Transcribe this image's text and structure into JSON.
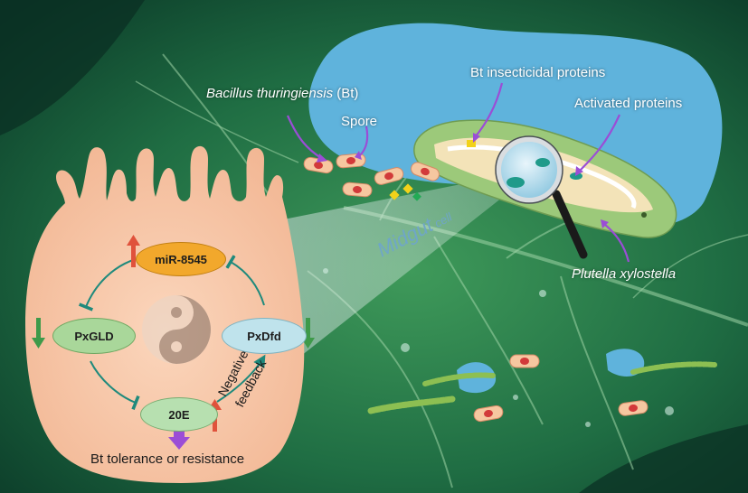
{
  "labels": {
    "bacillus_species": "Bacillus thuringiensis",
    "bacillus_abbrev": " (Bt)",
    "spore": "Spore",
    "bt_proteins": "Bt insecticidal proteins",
    "activated_proteins": "Activated proteins",
    "plutella": "Plutella xylostella",
    "midgut_word": "Midgut",
    "cell_word": " cell"
  },
  "nodes": {
    "mir": "miR-8545",
    "pxgld": "PxGLD",
    "pxdfd": "PxDfd",
    "twenty_e": "20E"
  },
  "feedback": {
    "line1": "Negative",
    "line2": "feedback"
  },
  "outcome": "Bt tolerance or resistance",
  "colors": {
    "mir_node": "#f2a82c",
    "pxgld_node": "#a9d79a",
    "pxdfd_node": "#bfe3ec",
    "twenty_e_node": "#b7e0b0",
    "up_arrow": "#e0523c",
    "down_arrow": "#3e9a4a",
    "purple_arrow": "#9b4dd6",
    "cycle_line": "#1f8a7c",
    "cell_fill": "#f6c6a5",
    "sky_blue": "#5fb3dc"
  }
}
